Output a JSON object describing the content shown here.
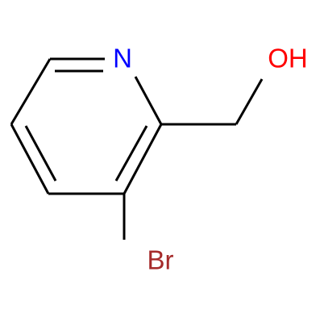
{
  "molecule": {
    "atoms": {
      "n1": {
        "symbol": "N",
        "color": "#0000ff"
      },
      "oh": {
        "symbol": "OH",
        "color": "#ff0000"
      },
      "br": {
        "symbol": "Br",
        "color": "#a52a2a"
      }
    }
  },
  "colors": {
    "bond": "#000000",
    "background": "#ffffff"
  }
}
